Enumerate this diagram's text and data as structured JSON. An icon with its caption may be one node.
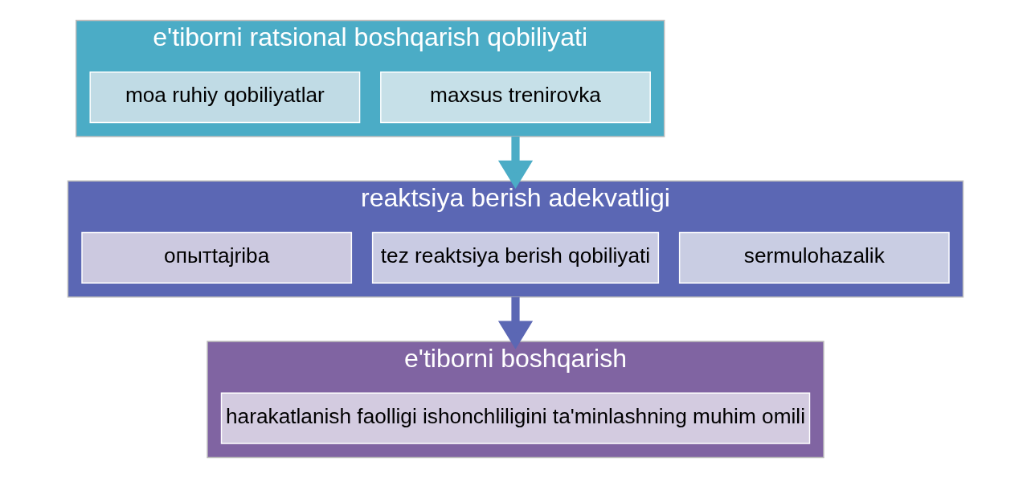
{
  "diagram": {
    "nodes": [
      {
        "text": [
          "e'tiborni ratsional boshqarish qobiliyati"
        ]
      },
      {
        "text": [
          "moa ruhiy qobiliyatlar"
        ],
        "in": 0
      },
      {
        "text": [
          "maxsus trenirovka"
        ],
        "in": 0
      },
      {
        "text": [
          "reaktsiya berish adekvatligi"
        ]
      },
      {
        "text": [
          "опытtajriba"
        ],
        "in": 3
      },
      {
        "text": [
          "tez reaktsiya berish qobiliyati"
        ],
        "in": 3
      },
      {
        "text": [
          "sermulohazalik"
        ],
        "in": 3
      },
      {
        "text": [
          "e'tiborni boshqarish"
        ]
      },
      {
        "text": [
          "harakatlanish faolligi ishonchliligini ta'minlashning muhim omili"
        ],
        "in": 7
      }
    ],
    "edges": [
      {
        "from": 0,
        "to": 3,
        "arrow": "to",
        "color": "#4bacc6"
      },
      {
        "from": 3,
        "to": 7,
        "arrow": "to",
        "color": "#5b67b4"
      }
    ]
  }
}
